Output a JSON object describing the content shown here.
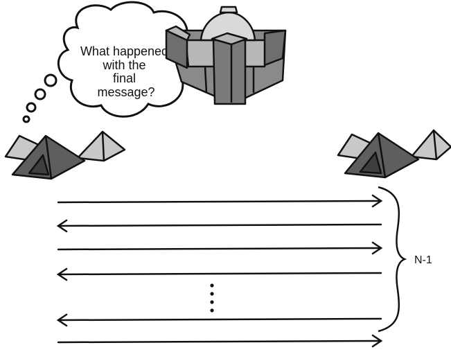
{
  "thought_bubble": {
    "lines": [
      "What happened",
      "with the",
      "final",
      "message?"
    ]
  },
  "brace_label": "N-1",
  "message_arrows": [
    "right",
    "left",
    "right",
    "left",
    "ellipsis",
    "left",
    "right"
  ],
  "colors": {
    "outline": "#111111",
    "tent_dark": "#5e5e5e",
    "tent_light": "#c8c8c8",
    "castle_wall": "#8a8a8a",
    "castle_top": "#b8b8b8",
    "dome": "#d9d9d9"
  },
  "icons": [
    "thought-bubble-icon",
    "castle-icon",
    "tent-icon"
  ]
}
